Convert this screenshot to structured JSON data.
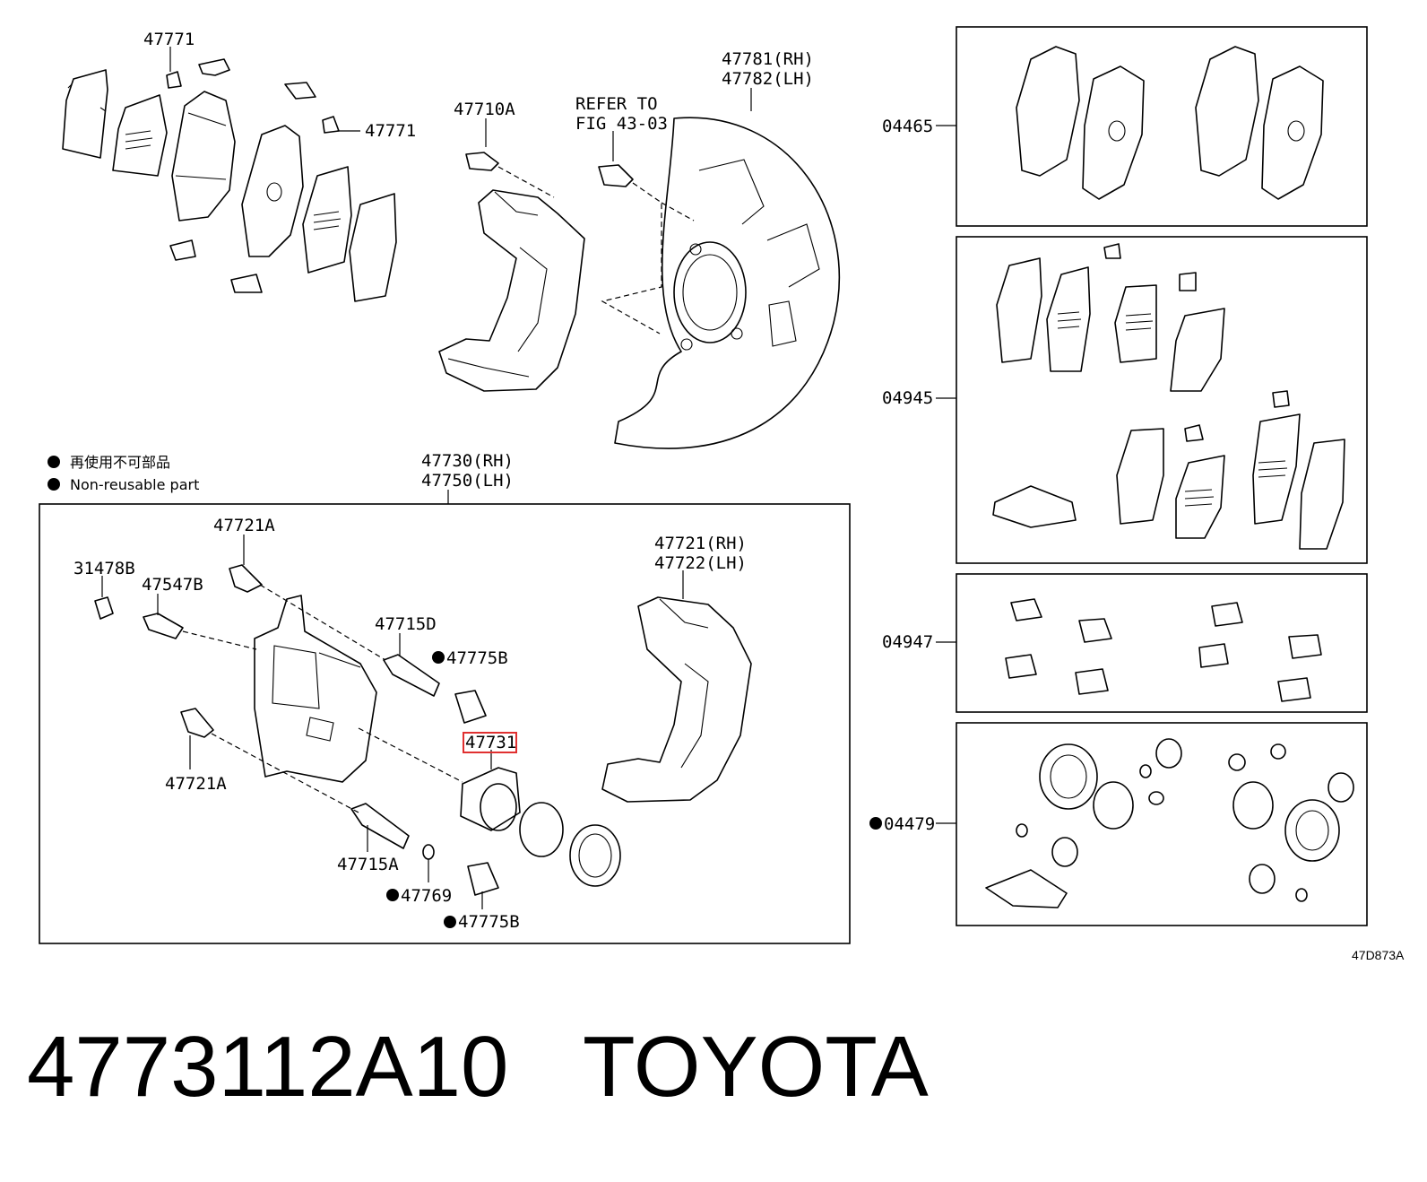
{
  "top_labels": {
    "clip_a": "47771",
    "clip_b": "47771",
    "bolt_a": "47710A",
    "refer_line1": "REFER TO",
    "refer_line2": "FIG 43-03",
    "cover_rh": "47781(RH)",
    "cover_lh": "47782(LH)"
  },
  "legend": {
    "marker_color": "#000000",
    "line1": "再使用不可部品",
    "line2": "Non-reusable part"
  },
  "caliper_assy": {
    "rh": "47730(RH)",
    "lh": "47750(LH)"
  },
  "caliper_parts": {
    "bolt_upper": "47721A",
    "bleeder_cap": "31478B",
    "bleeder_plug": "47547B",
    "pin_upper": "47715D",
    "boot_upper": "47775B",
    "piston": "47731",
    "bolt_lower": "47721A",
    "pin_lower": "47715A",
    "bushing": "47769",
    "boot_lower": "47775B",
    "mounting_rh": "47721(RH)",
    "mounting_lh": "47722(LH)"
  },
  "highlight_color": "#e03030",
  "kits": [
    {
      "code": "04465"
    },
    {
      "code": "04945"
    },
    {
      "code": "04947"
    },
    {
      "code": "04479"
    }
  ],
  "figure_id": "47D873A",
  "footer": {
    "part_number": "4773112A10",
    "brand": "TOYOTA"
  }
}
